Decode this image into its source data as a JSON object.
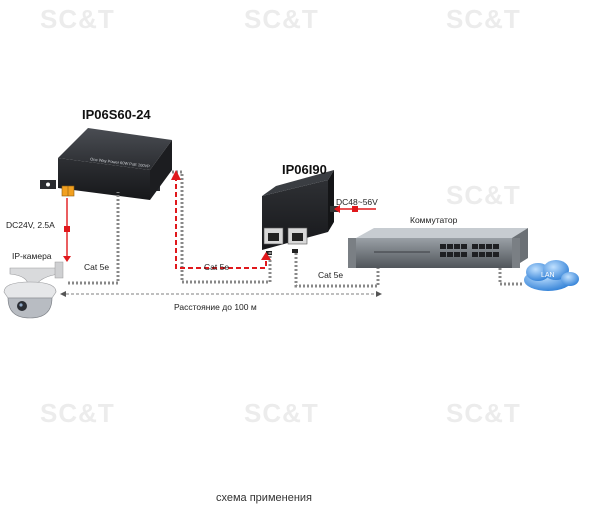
{
  "watermark": "SC&T",
  "devices": {
    "injector": {
      "model": "IP06S60-24",
      "panel_text": "One Way Power 60W PoE 100VP"
    },
    "splitter": {
      "model": "IP06I90"
    },
    "camera": {
      "label": "IP-камера"
    },
    "switch": {
      "label": "Коммутатор"
    },
    "lan": {
      "label": "LAN"
    }
  },
  "power": {
    "injector_in": "DC24V, 2.5A",
    "splitter_in": "DC48~56V"
  },
  "cables": {
    "cable1": "Cat 5e",
    "cable2": "Cat 5e",
    "cable3": "Cat 5e"
  },
  "distance": "Расстояние до 100 м",
  "caption": "схема применения",
  "colors": {
    "power_line": "#e0181c",
    "device_body": "#2b2d31",
    "terminal": "#f2a020",
    "lan_cloud": "#3b8fe0"
  }
}
